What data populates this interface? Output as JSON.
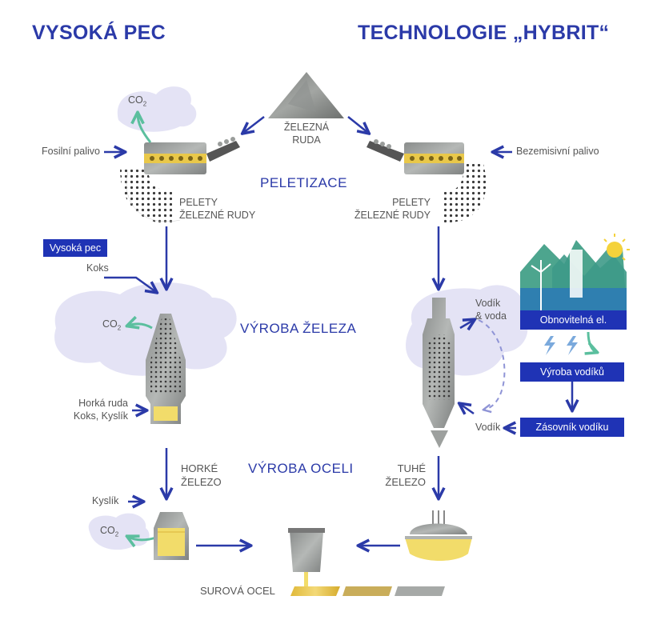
{
  "titles": {
    "left": "VYSOKÁ PEC",
    "right": "TECHNOLOGIE „HYBRIT“"
  },
  "stages": {
    "pelletizing": "PELETIZACE",
    "ironmaking": "VÝROBA ŽELEZA",
    "steelmaking": "VÝROBA OCELI"
  },
  "labels": {
    "ore_line1": "ŽELEZNÁ",
    "ore_line2": "RUDA",
    "co2": "CO",
    "co2_sub": "2",
    "fossil_fuel": "Fosilní palivo",
    "fossil_free_fuel": "Bezemisivní palivo",
    "pellets_line1": "PELETY",
    "pellets_line2": "ŽELEZNÉ RUDY",
    "coke": "Koks",
    "hot_blast_line1": "Horká ruda",
    "hot_blast_line2": "Koks, Kyslík",
    "hot_iron_line1": "HORKÉ",
    "hot_iron_line2": "ŽELEZO",
    "solid_iron_line1": "TUHÉ",
    "solid_iron_line2": "ŽELEZO",
    "oxygen": "Kyslík",
    "hydrogen_water_line1": "Vodík",
    "hydrogen_water_line2": "& voda",
    "hydrogen": "Vodík",
    "crude_steel": "SUROVÁ OCEL"
  },
  "boxes": {
    "blast_furnace": "Vysoká pec",
    "renewable": "Obnovitelná el.",
    "h2_production": "Výroba vodíků",
    "h2_storage": "Zásovník vodíku"
  },
  "colors": {
    "accent": "#2b3aa8",
    "box": "#1f33b5",
    "green": "#5bbf9e",
    "cloud": "#e4e3f5",
    "gold": "#f2dc6a"
  }
}
